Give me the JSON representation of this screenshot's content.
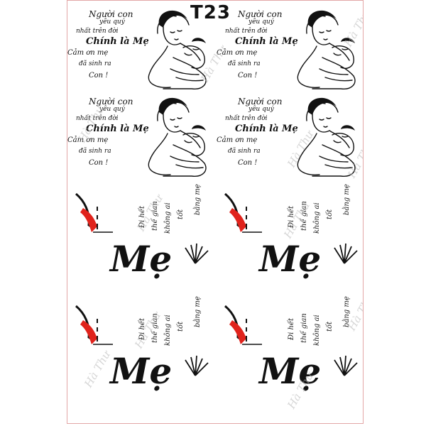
{
  "sheet_code": "T23",
  "mother_verse": {
    "line1": "Người con",
    "line2": "yêu quý",
    "line3": "nhất trên đời",
    "line4": "Chính là Mẹ",
    "line5": "Cảm ơn mẹ",
    "line6": "đã sinh ra",
    "line7": "Con !"
  },
  "me_verse": {
    "line1": "Đi hết",
    "line2": "thế gian",
    "line3": "không ai",
    "line4": "tốt",
    "line5": "bằng mẹ"
  },
  "me_word": "Mẹ",
  "watermark": "Hà Thư",
  "colors": {
    "ink": "#111111",
    "accent_red": "#e0231c",
    "border": "#e3a6a6",
    "watermark": "#b5b5b5"
  }
}
